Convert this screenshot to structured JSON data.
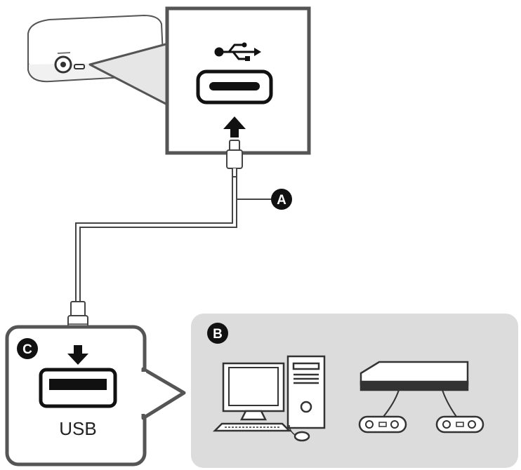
{
  "callouts": {
    "cable": "A",
    "devices": "B",
    "port": "C"
  },
  "port_label": "USB",
  "icons": {
    "usb": "usb-symbol-icon",
    "arrow": "arrow-icon",
    "computer": "desktop-computer-icon",
    "console": "game-console-icon",
    "controller": "game-controller-icon"
  },
  "colors": {
    "line": "#4a4a4a",
    "panel_fill": "#ffffff",
    "device_area": "#dcdcdc",
    "callout_fill": "#111111",
    "callout_text": "#ffffff"
  }
}
